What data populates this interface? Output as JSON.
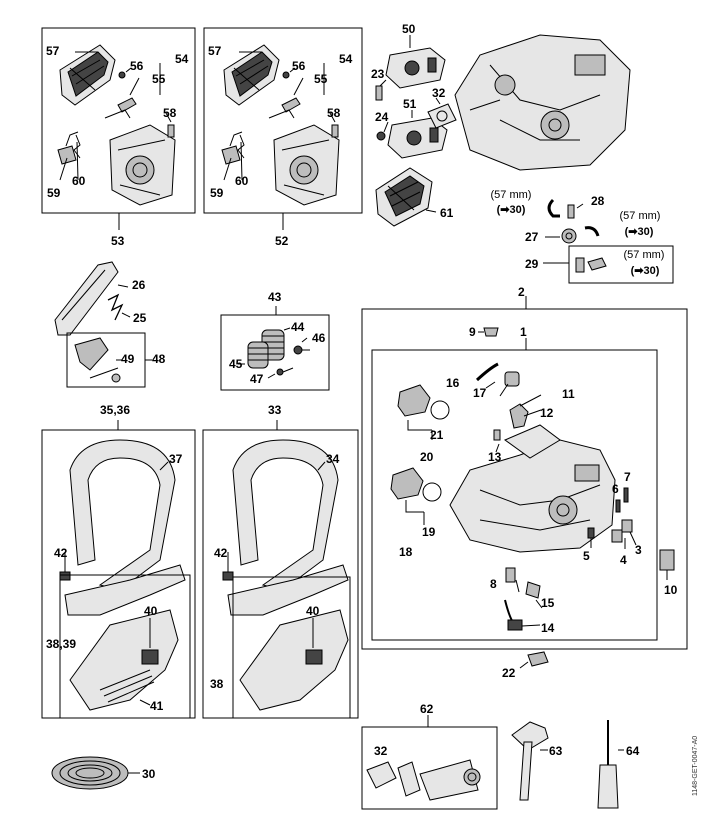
{
  "diagram": {
    "labels": {
      "p1": "1",
      "p2": "2",
      "p3": "3",
      "p4": "4",
      "p5": "5",
      "p6": "6",
      "p7": "7",
      "p8": "8",
      "p9": "9",
      "p10": "10",
      "p11": "11",
      "p12": "12",
      "p13": "13",
      "p14": "14",
      "p15": "15",
      "p16": "16",
      "p17": "17",
      "p18": "18",
      "p19": "19",
      "p20": "20",
      "p21": "21",
      "p22": "22",
      "p23": "23",
      "p24": "24",
      "p25": "25",
      "p26": "26",
      "p27": "27",
      "p28": "28",
      "p29": "29",
      "p30": "30",
      "p32a": "32",
      "p32b": "32",
      "p33": "33",
      "p34": "34",
      "p3536": "35,36",
      "p37": "37",
      "p3839": "38,39",
      "p38": "38",
      "p40a": "40",
      "p40b": "40",
      "p41": "41",
      "p42a": "42",
      "p42b": "42",
      "p43": "43",
      "p44": "44",
      "p45": "45",
      "p46": "46",
      "p47": "47",
      "p48": "48",
      "p49": "49",
      "p50": "50",
      "p51": "51",
      "p52": "52",
      "p53": "53",
      "p54a": "54",
      "p54b": "54",
      "p55a": "55",
      "p55b": "55",
      "p56a": "56",
      "p56b": "56",
      "p57a": "57",
      "p57b": "57",
      "p58a": "58",
      "p58b": "58",
      "p59a": "59",
      "p59b": "59",
      "p60a": "60",
      "p60b": "60",
      "p61": "61",
      "p62": "62",
      "p63": "63",
      "p64": "64"
    },
    "notes": {
      "len_a": "(57 mm)",
      "ref_a": "(➡30)",
      "len_b": "(57 mm)",
      "ref_b": "(➡30)",
      "len_c": "(57 mm)",
      "ref_c": "(➡30)"
    },
    "drawing_code": "1148-GET-0047-A0"
  }
}
